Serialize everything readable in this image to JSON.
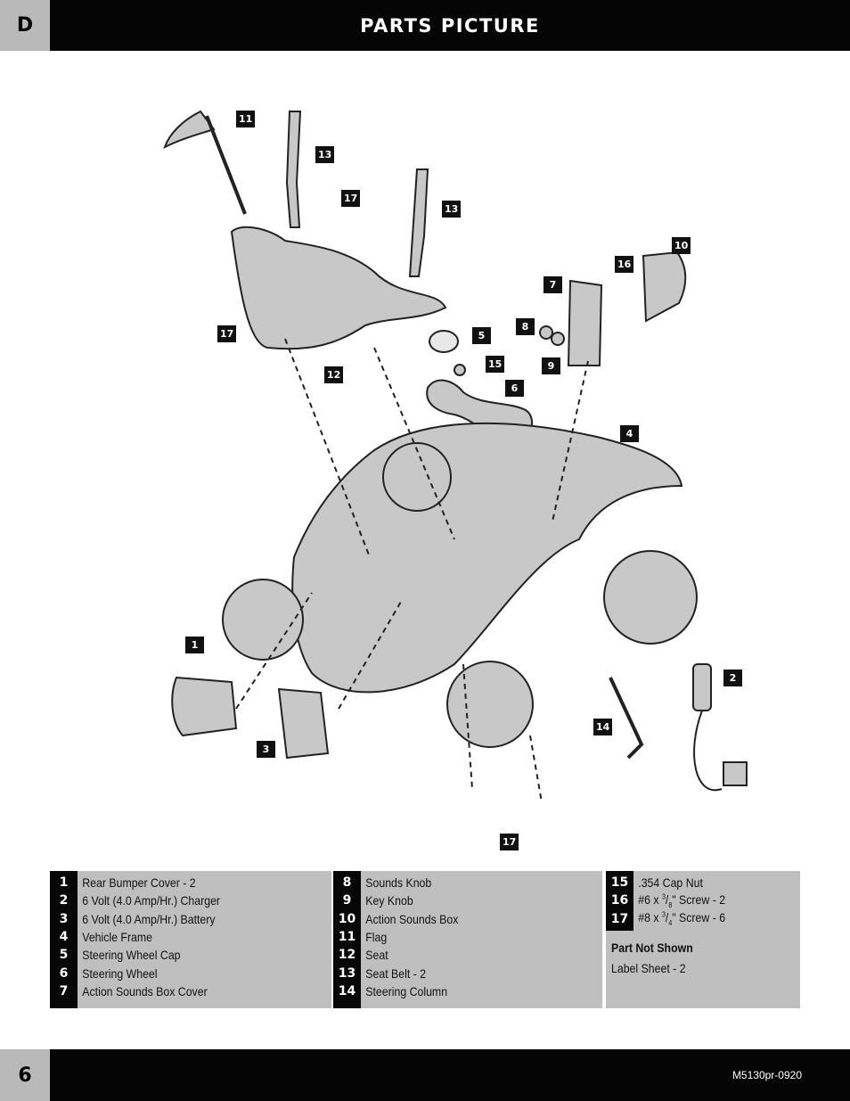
{
  "header": {
    "section_letter": "D",
    "title": "PARTS PICTURE"
  },
  "diagram": {
    "callouts": [
      "11",
      "13",
      "17",
      "13",
      "10",
      "16",
      "7",
      "5",
      "8",
      "15",
      "9",
      "6",
      "4",
      "12",
      "17",
      "1",
      "2",
      "3",
      "14",
      "17"
    ]
  },
  "legend": {
    "column1": [
      {
        "num": "1",
        "name": "Rear Bumper Cover - 2"
      },
      {
        "num": "2",
        "name": "6 Volt (4.0 Amp/Hr.) Charger"
      },
      {
        "num": "3",
        "name": "6 Volt (4.0 Amp/Hr.) Battery"
      },
      {
        "num": "4",
        "name": "Vehicle Frame"
      },
      {
        "num": "5",
        "name": "Steering Wheel Cap"
      },
      {
        "num": "6",
        "name": "Steering Wheel"
      },
      {
        "num": "7",
        "name": "Action Sounds Box Cover"
      }
    ],
    "column2": [
      {
        "num": "8",
        "name": "Sounds Knob"
      },
      {
        "num": "9",
        "name": "Key Knob"
      },
      {
        "num": "10",
        "name": "Action Sounds Box"
      },
      {
        "num": "11",
        "name": "Flag"
      },
      {
        "num": "12",
        "name": "Seat"
      },
      {
        "num": "13",
        "name": "Seat Belt - 2"
      },
      {
        "num": "14",
        "name": "Steering Column"
      }
    ],
    "column3": [
      {
        "num": "15",
        "name": ".354 Cap Nut"
      },
      {
        "num": "16",
        "name_prefix": "#6 x ",
        "frac_num": "3",
        "frac_den": "8",
        "name_suffix": "\" Screw - 2"
      },
      {
        "num": "17",
        "name_prefix": "#8 x ",
        "frac_num": "3",
        "frac_den": "4",
        "name_suffix": "\" Screw - 6"
      }
    ],
    "part_not_shown_title": "Part Not Shown",
    "part_not_shown_item": "Label Sheet - 2"
  },
  "footer": {
    "page_number": "6",
    "doc_code": "M5130pr-0920"
  },
  "colors": {
    "header_bg": "#050505",
    "tab_gray": "#b9b9b9",
    "legend_gray": "#bfbfbf",
    "part_fill": "#c8c8c8"
  }
}
